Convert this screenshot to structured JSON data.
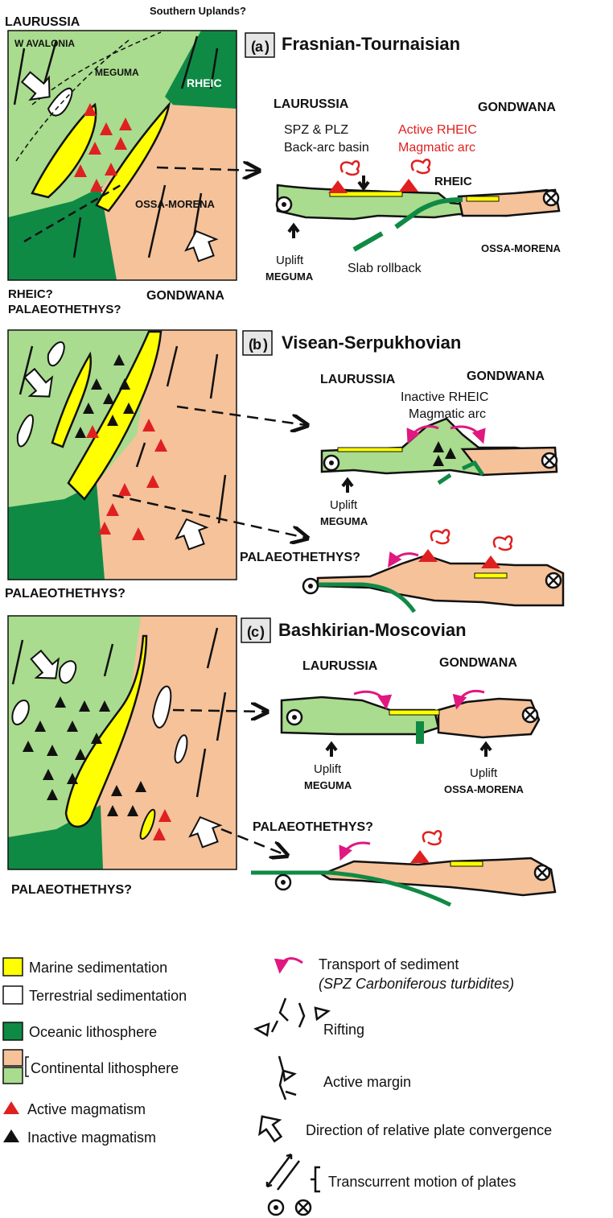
{
  "colors": {
    "marine": "#ffff00",
    "terrestrial": "#ffffff",
    "oceanic": "#0f8a45",
    "gondwana": "#f5c29a",
    "laurussia": "#a9dc8e",
    "active_magma": "#e02020",
    "inactive_magma": "#111111",
    "transport": "#e0187f"
  },
  "panel_a": {
    "map_labels": {
      "laurussia": "LAURUSSIA",
      "southern_uplands": "Southern Uplands?",
      "w_avalonia": "W AVALONIA",
      "meguma": "MEGUMA",
      "rheic": "RHEIC",
      "ossa_morena": "OSSA-MORENA",
      "rheic_q": "RHEIC?",
      "palaeothethys_q": "PALAEOTHETHYS?",
      "gondwana": "GONDWANA"
    },
    "badge": "a",
    "title": "Frasnian-Tournaisian",
    "section": {
      "laurussia": "LAURUSSIA",
      "gondwana": "GONDWANA",
      "spz_line1": "SPZ & PLZ",
      "spz_line2": "Back-arc basin",
      "arc_line1": "Active RHEIC",
      "arc_line2": "Magmatic arc",
      "rheic": "RHEIC",
      "ossa_morena": "OSSA-MORENA",
      "uplift": "Uplift",
      "meguma": "MEGUMA",
      "slab": "Slab rollback"
    }
  },
  "panel_b": {
    "badge": "b",
    "title": "Visean-Serpukhovian",
    "map_labels": {
      "palaeothethys_q": "PALAEOTHETHYS?"
    },
    "section": {
      "laurussia": "LAURUSSIA",
      "gondwana": "GONDWANA",
      "arc_line1": "Inactive RHEIC",
      "arc_line2": "Magmatic arc",
      "uplift": "Uplift",
      "meguma": "MEGUMA",
      "palaeothethys_q": "PALAEOTHETHYS?"
    }
  },
  "panel_c": {
    "badge": "c",
    "title": "Bashkirian-Moscovian",
    "map_labels": {
      "palaeothethys_q": "PALAEOTHETHYS?"
    },
    "section": {
      "laurussia": "LAURUSSIA",
      "gondwana": "GONDWANA",
      "uplift1": "Uplift",
      "meguma": "MEGUMA",
      "uplift2": "Uplift",
      "ossa_morena": "OSSA-MORENA",
      "palaeothethys_q": "PALAEOTHETHYS?"
    }
  },
  "legend": {
    "marine": "Marine sedimentation",
    "terrestrial": "Terrestrial sedimentation",
    "oceanic": "Oceanic lithosphere",
    "continental": "Continental lithosphere",
    "active_magmatism": "Active magmatism",
    "inactive_magmatism": "Inactive magmatism",
    "transport": "Transport of sediment",
    "transport_sub": "(SPZ Carboniferous turbidites)",
    "rifting": "Rifting",
    "active_margin": "Active margin",
    "convergence": "Direction of relative plate convergence",
    "transcurrent": "Transcurrent motion of plates"
  }
}
